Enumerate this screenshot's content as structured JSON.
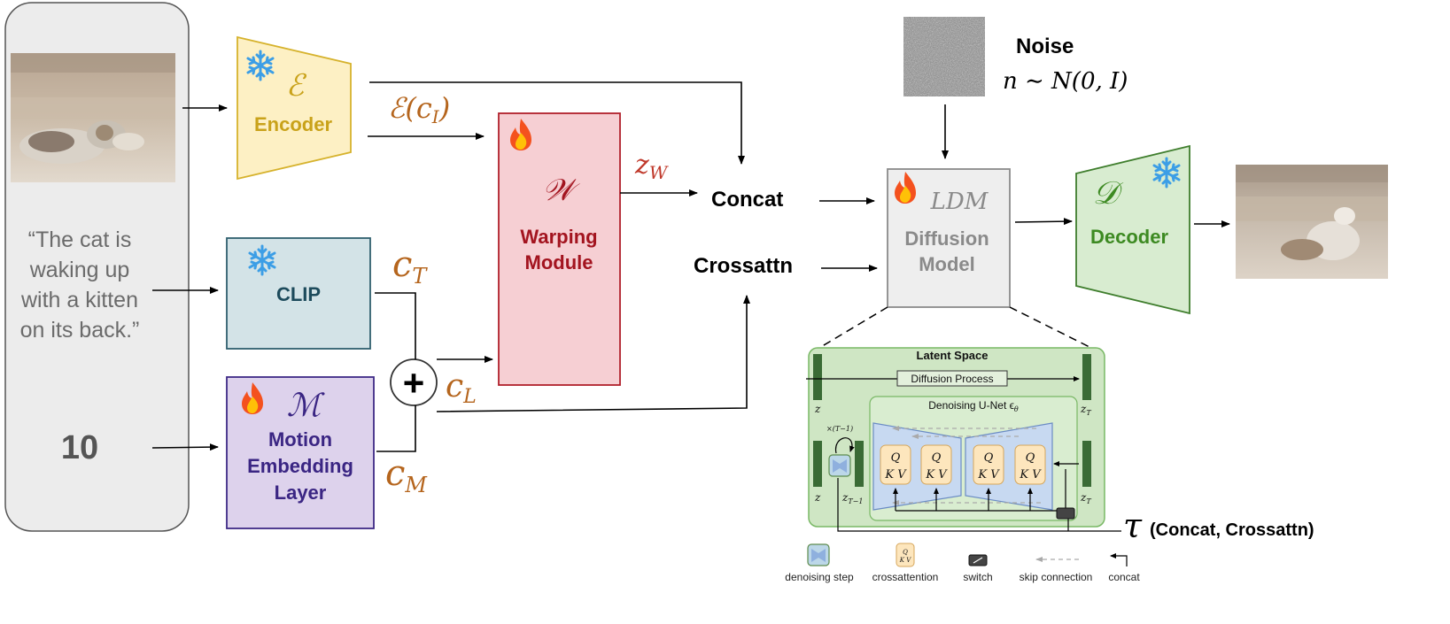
{
  "input": {
    "prompt_lines": [
      "“The cat is",
      "waking up",
      "with a kitten",
      "on its back.”"
    ],
    "motion_value": "10"
  },
  "encoder": {
    "symbol": "ℰ",
    "label": "Encoder",
    "output": "ℰ(c",
    "output_sub": "I",
    "output_close": ")"
  },
  "clip": {
    "label": "CLIP",
    "output": "c",
    "output_sub": "T"
  },
  "motion": {
    "symbol": "ℳ",
    "label_lines": [
      "Motion",
      "Embedding",
      "Layer"
    ],
    "output": "c",
    "output_sub": "M"
  },
  "sum": {
    "symbol": "+",
    "output": "c",
    "output_sub": "L"
  },
  "warping": {
    "symbol": "𝒲",
    "label_lines": [
      "Warping",
      "Module"
    ],
    "output": "z",
    "output_sub": "W"
  },
  "concat_label": "Concat",
  "crossattn_label": "Crossattn",
  "noise": {
    "label": "Noise",
    "formula": "n ∼ N(0, I)"
  },
  "ldm": {
    "symbol": "LDM",
    "label_lines": [
      "Diffusion",
      "Model"
    ]
  },
  "decoder": {
    "symbol": "𝒟",
    "label": "Decoder"
  },
  "latent": {
    "title": "Latent Space",
    "process": "Diffusion Process",
    "unet": "Denoising U-Net ϵ",
    "unet_sub": "θ",
    "z": "z",
    "zT": "z",
    "zT_sub": "T",
    "zT1_sub": "T−1",
    "loop": "×(T−1)",
    "q": "Q",
    "kv": "K V"
  },
  "tau": {
    "symbol": "𝜏",
    "label": "(Concat, Crossattn)"
  },
  "legend": {
    "items": [
      "denoising step",
      "crossattention",
      "switch",
      "skip connection",
      "concat"
    ]
  },
  "colors": {
    "encoder_fill": "#fdf0c4",
    "encoder_stroke": "#d6b22c",
    "encoder_text": "#c9a21a",
    "clip_fill": "#d3e3e7",
    "clip_stroke": "#2f5f6e",
    "clip_text": "#1d4b5c",
    "motion_fill": "#ddd2ec",
    "motion_stroke": "#3e2a86",
    "motion_text": "#3a2583",
    "warp_fill": "#f6cfd3",
    "warp_stroke": "#b1202b",
    "warp_text": "#a3141f",
    "ldm_fill": "#eeeeee",
    "ldm_stroke": "#8a8a8a",
    "ldm_text": "#8a8a8a",
    "decoder_fill": "#d8ecd0",
    "decoder_stroke": "#3f7e2d",
    "decoder_text": "#3d8a22",
    "latent_fill": "#cfe6c4",
    "latent_stroke": "#79b865",
    "math_orange": "#b5651d",
    "zw_red": "#c0392b",
    "snow": "#3c9ee6",
    "input_panel": "#ececec"
  }
}
